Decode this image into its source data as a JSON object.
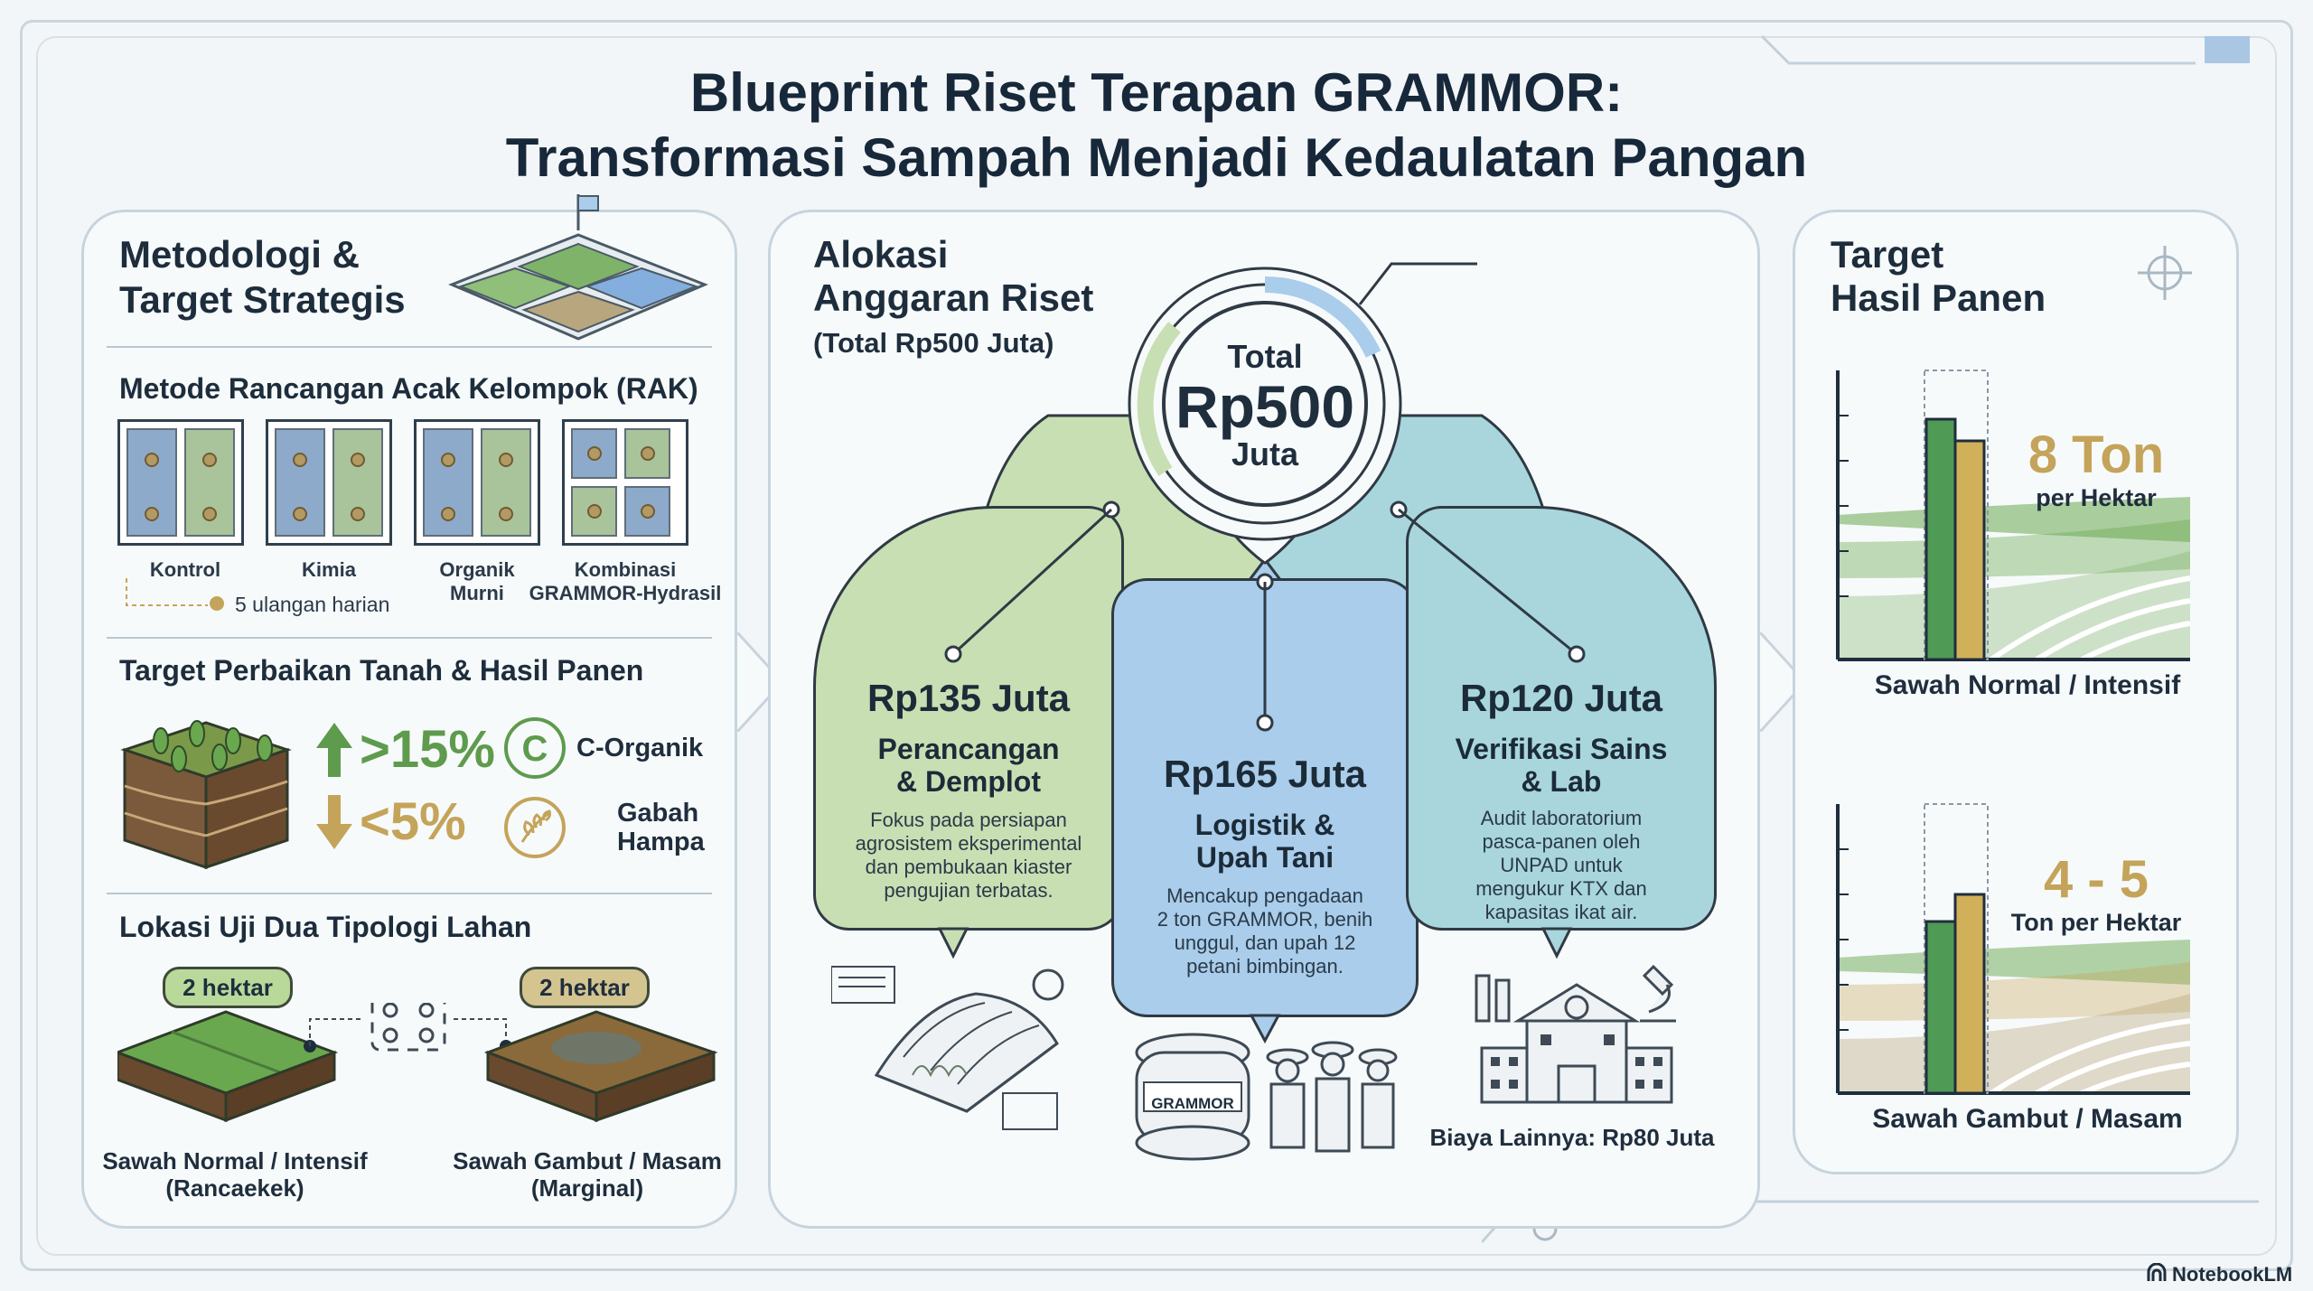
{
  "header": {
    "title_line1": "Blueprint Riset Terapan GRAMMOR:",
    "title_line2": "Transformasi Sampah Menjadi Kedaulatan Pangan"
  },
  "metodologi": {
    "title_line1": "Metodologi &",
    "title_line2": "Target Strategis",
    "rak_title": "Metode Rancangan Acak Kelompok (RAK)",
    "plots": [
      {
        "label_line1": "Kontrol",
        "label_line2": ""
      },
      {
        "label_line1": "Kimia",
        "label_line2": ""
      },
      {
        "label_line1": "Organik",
        "label_line2": "Murni"
      },
      {
        "label_line1": "Kombinasi",
        "label_line2": "GRAMMOR-Hydrasil"
      }
    ],
    "replicates_note": "5 ulangan harian",
    "target_title": "Target Perbaikan Tanah & Hasil Panen",
    "targets": [
      {
        "value": ">15%",
        "label_line1": "C-Organik",
        "label_line2": "",
        "direction": "up",
        "color": "#5e9b4d"
      },
      {
        "value": "<5%",
        "label_line1": "Gabah",
        "label_line2": "Hampa",
        "direction": "down",
        "color": "#c4a45a"
      }
    ],
    "lokasi_title": "Lokasi Uji Dua Tipologi Lahan",
    "lokasi": [
      {
        "area": "2 hektar",
        "name_line1": "Sawah Normal / Intensif",
        "name_line2": "(Rancaekek)"
      },
      {
        "area": "2 hektar",
        "name_line1": "Sawah Gambut / Masam",
        "name_line2": "(Marginal)"
      }
    ]
  },
  "anggaran": {
    "title_line1": "Alokasi",
    "title_line2": "Anggaran Riset",
    "subtitle": "(Total Rp500 Juta)",
    "center_line1": "Total",
    "center_line2": "Rp500",
    "center_line3": "Juta",
    "items": [
      {
        "amount": "Rp135 Juta",
        "cat_line1": "Perancangan",
        "cat_line2": "& Demplot",
        "desc": [
          "Fokus pada persiapan",
          "agrosistem eksperimental",
          "dan pembukaan kiaster",
          "pengujian terbatas."
        ],
        "color": "#c7dfb3"
      },
      {
        "amount": "Rp165 Juta",
        "cat_line1": "Logistik &",
        "cat_line2": "Upah Tani",
        "desc": [
          "Mencakup pengadaan",
          "2 ton GRAMMOR, benih",
          "unggul, dan upah 12",
          "petani bimbingan."
        ],
        "color": "#a9cdeb"
      },
      {
        "amount": "Rp120 Juta",
        "cat_line1": "Verifikasi Sains",
        "cat_line2": "& Lab",
        "desc": [
          "Audit laboratorium",
          "pasca-panen oleh",
          "UNPAD untuk",
          "mengukur KTX dan",
          "kapasitas ikat air."
        ],
        "color": "#a8d6dc"
      }
    ],
    "bag_label": "GRAMMOR",
    "biaya_lainnya": "Biaya Lainnya: Rp80 Juta"
  },
  "panen": {
    "title_line1": "Target",
    "title_line2": "Hasil Panen",
    "charts": [
      {
        "value": "8 Ton",
        "unit": "per Hektar",
        "label": "Sawah Normal / Intensif"
      },
      {
        "value": "4 - 5",
        "unit": "Ton per Hektar",
        "label": "Sawah Gambut / Masam"
      }
    ]
  },
  "footer": {
    "brand": "NotebookLM"
  },
  "colors": {
    "green": "#5e9b4d",
    "gold": "#c4a45a",
    "blue": "#a9cdeb",
    "teal": "#a8d6dc",
    "lightgreen": "#c7dfb3"
  }
}
